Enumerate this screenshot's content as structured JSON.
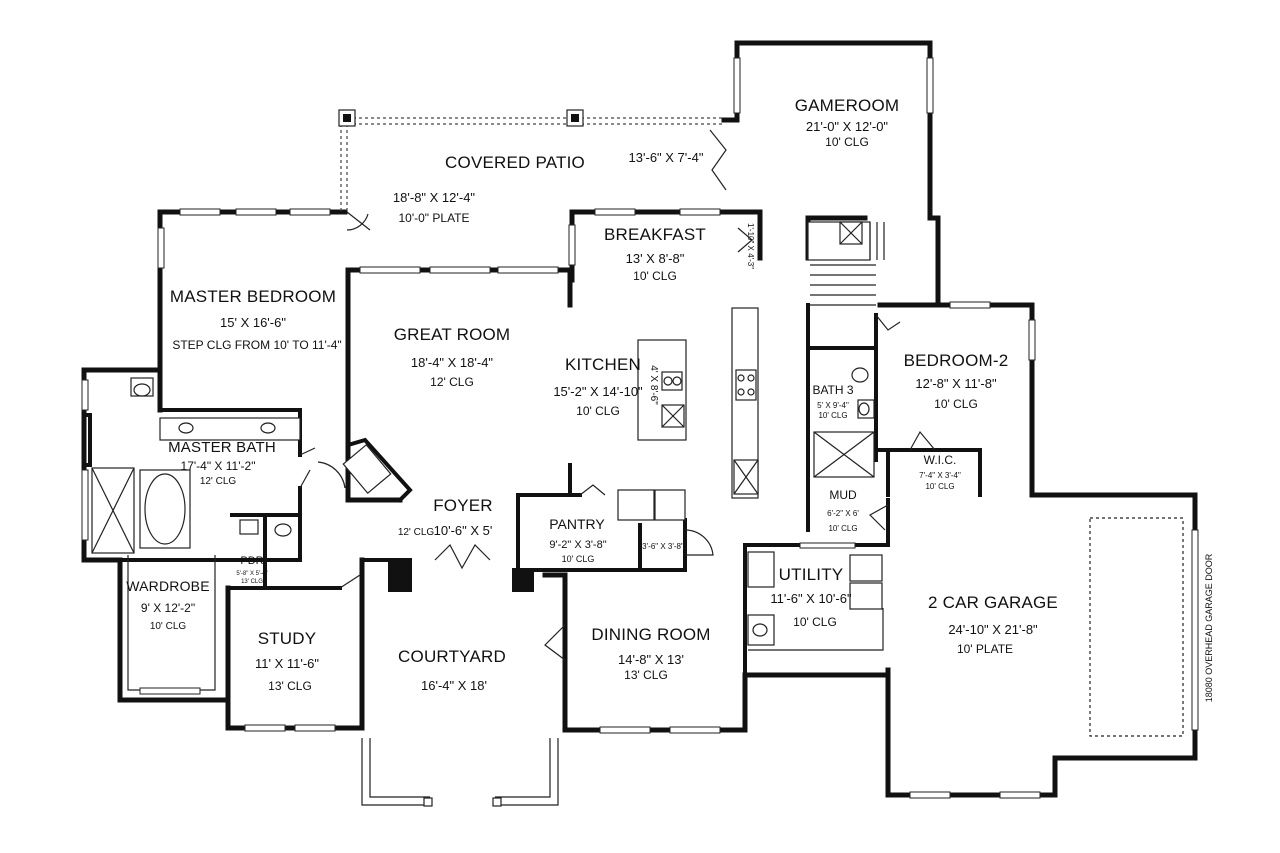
{
  "rooms": {
    "gameroom": {
      "name": "GAMEROOM",
      "dim": "21'-0\" X 12'-0\"",
      "clg": "10' CLG"
    },
    "covered_patio": {
      "name": "COVERED PATIO",
      "dim": "18'-8\" X 12'-4\"",
      "clg": "10'-0\" PLATE"
    },
    "patio_ext": {
      "dim": "13'-6\" X 7'-4\""
    },
    "breakfast": {
      "name": "BREAKFAST",
      "dim": "13' X 8'-8\"",
      "clg": "10' CLG"
    },
    "pantry_small": {
      "dim": "1'-10\" X 4'-3\""
    },
    "master_bedroom": {
      "name": "MASTER BEDROOM",
      "dim": "15' X 16'-6\"",
      "clg": "STEP CLG FROM 10' TO 11'-4\""
    },
    "great_room": {
      "name": "GREAT ROOM",
      "dim": "18'-4\" X 18'-4\"",
      "clg": "12' CLG"
    },
    "kitchen": {
      "name": "KITCHEN",
      "dim": "15'-2\" X 14'-10\"",
      "clg": "10' CLG",
      "island": "4' X 8'-6\""
    },
    "bedroom2": {
      "name": "BEDROOM-2",
      "dim": "12'-8\" X 11'-8\"",
      "clg": "10' CLG"
    },
    "bath3": {
      "name": "BATH 3",
      "dim": "5' X 9'-4\"",
      "clg": "10' CLG"
    },
    "wic": {
      "name": "W.I.C.",
      "dim": "7'-4\" X 3'-4\"",
      "clg": "10' CLG"
    },
    "master_bath": {
      "name": "MASTER BATH",
      "dim": "17'-4\" X 11'-2\"",
      "clg": "12' CLG"
    },
    "foyer": {
      "name": "FOYER",
      "dim": "10'-6\" X 5'",
      "clg": "12' CLG"
    },
    "pantry": {
      "name": "PANTRY",
      "dim": "9'-2\" X 3'-8\"",
      "clg": "10' CLG"
    },
    "closet": {
      "dim": "3'-6\" X 3'-8\""
    },
    "mud": {
      "name": "MUD",
      "dim": "6'-2\" X 6'",
      "clg": "10' CLG"
    },
    "pdr": {
      "name": "PDR",
      "dim": "5'-8\" X 5'-4\"",
      "clg": "13' CLG"
    },
    "wardrobe": {
      "name": "WARDROBE",
      "dim": "9' X 12'-2\"",
      "clg": "10' CLG"
    },
    "utility": {
      "name": "UTILITY",
      "dim": "11'-6\" X 10'-6\"",
      "clg": "10' CLG"
    },
    "garage": {
      "name": "2 CAR GARAGE",
      "dim": "24'-10\" X 21'-8\"",
      "clg": "10' PLATE",
      "door": "18080 OVERHEAD GARAGE DOOR"
    },
    "study": {
      "name": "STUDY",
      "dim": "11' X 11'-6\"",
      "clg": "13' CLG"
    },
    "courtyard": {
      "name": "COURTYARD",
      "dim": "16'-4\" X 18'"
    },
    "dining_room": {
      "name": "DINING ROOM",
      "dim": "14'-8\" X 13'",
      "clg": "13' CLG"
    }
  }
}
